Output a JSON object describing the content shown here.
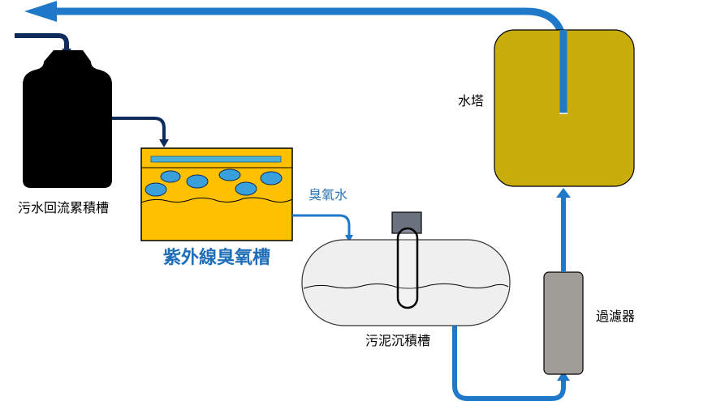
{
  "labels": {
    "sewage_return_tank": "污水回流累積槽",
    "uv_ozone_tank": "紫外線臭氧槽",
    "ozone_water": "臭氧水",
    "sludge_tank": "污泥沉積槽",
    "water_tower": "水塔",
    "filter": "過濾器"
  },
  "colors": {
    "pipe_blue": "#1f78c8",
    "pipe_navy": "#0f2b5b",
    "return_tank": "#000000",
    "uv_tank": "#ffc000",
    "uv_lamp": "#4ab0d8",
    "bubbles": "#3aa0dc",
    "sludge_tank": "#efefef",
    "ozone_probe": "#6a7280",
    "water_tower": "#c8ad0c",
    "filter": "#a09c98",
    "uv_label": "#1f6fb8",
    "ozone_label": "#2e74b5"
  }
}
